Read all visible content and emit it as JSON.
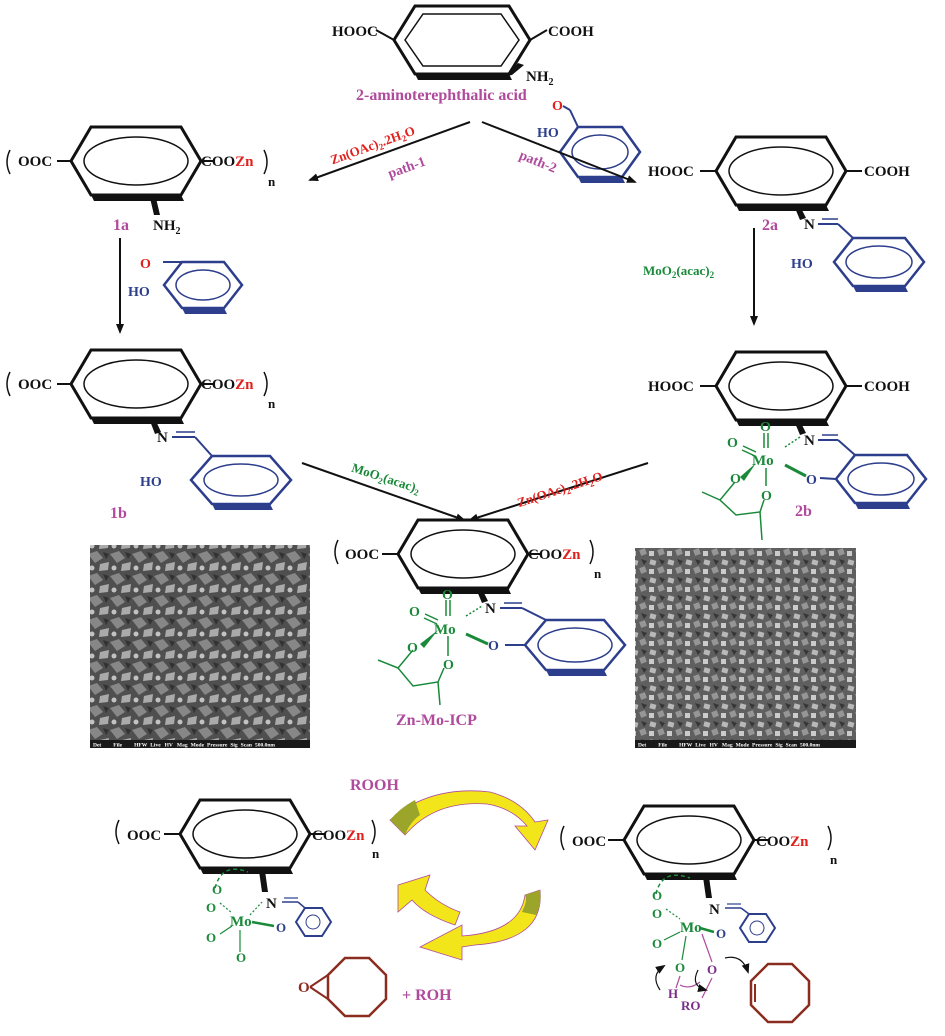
{
  "colors": {
    "black": "#111111",
    "magenta": "#b04a9c",
    "red": "#e0201c",
    "green": "#1a8a3a",
    "blue": "#2c3e8c",
    "brown": "#8b2c20",
    "arrow_yellow": "#f2e61a",
    "arrow_olive": "#9aa52a",
    "sem_gray": "#6b6b6b"
  },
  "top": {
    "left_group": "HOOC",
    "right_group": "COOH",
    "amine": "NH",
    "amine_sub": "2",
    "name": "2-aminoterephthalic acid"
  },
  "salicylaldehyde": {
    "ald_o": "O",
    "hydroxy": "HO"
  },
  "arrows": {
    "path1_reagent_a": "Zn(OAc)",
    "path1_reagent_sub": "2",
    "path1_reagent_b": ".2H",
    "path1_reagent_sub2": "2",
    "path1_reagent_c": "O",
    "path1_label": "path-1",
    "path2_label": "path-2",
    "mo_reagent_a": "MoO",
    "mo_reagent_sub": "2",
    "mo_reagent_b": "(acac)",
    "mo_reagent_sub2": "2"
  },
  "compound_1a": {
    "left": "OOC",
    "right_a": "COO",
    "right_zn": "Zn",
    "n": "n",
    "amine": "NH",
    "amine_sub": "2",
    "label": "1a"
  },
  "compound_2a": {
    "left": "HOOC",
    "right": "COOH",
    "imine_n": "N",
    "hydroxy": "HO",
    "label": "2a"
  },
  "compound_1b": {
    "left": "OOC",
    "right_a": "COO",
    "right_zn": "Zn",
    "n": "n",
    "imine_n": "N",
    "hydroxy": "HO",
    "label": "1b"
  },
  "compound_2b": {
    "left": "HOOC",
    "right": "COOH",
    "imine_n": "N",
    "mo": "Mo",
    "o": "O",
    "label": "2b"
  },
  "product": {
    "left": "OOC",
    "right_a": "COO",
    "right_zn": "Zn",
    "n": "n",
    "imine_n": "N",
    "mo": "Mo",
    "o": "O",
    "label": "Zn-Mo-ICP"
  },
  "sem_footer": [
    "Det",
    "File",
    "HFW",
    "Live",
    "HV",
    "Mag",
    "Mode",
    "Pressure",
    "Sig",
    "Scan",
    "500.0nm"
  ],
  "cycle": {
    "rooh": "ROOH",
    "plus_roh": "+ ROH",
    "left_cpx": {
      "left": "OOC",
      "right_a": "COO",
      "right_zn": "Zn",
      "n": "n",
      "imine_n": "N",
      "mo": "Mo",
      "o": "O"
    },
    "right_cpx": {
      "left": "OOC",
      "right_a": "COO",
      "right_zn": "Zn",
      "n": "n",
      "imine_n": "N",
      "mo": "Mo",
      "o": "O",
      "h": "H",
      "ro": "RO"
    },
    "epoxide_o": "O"
  }
}
